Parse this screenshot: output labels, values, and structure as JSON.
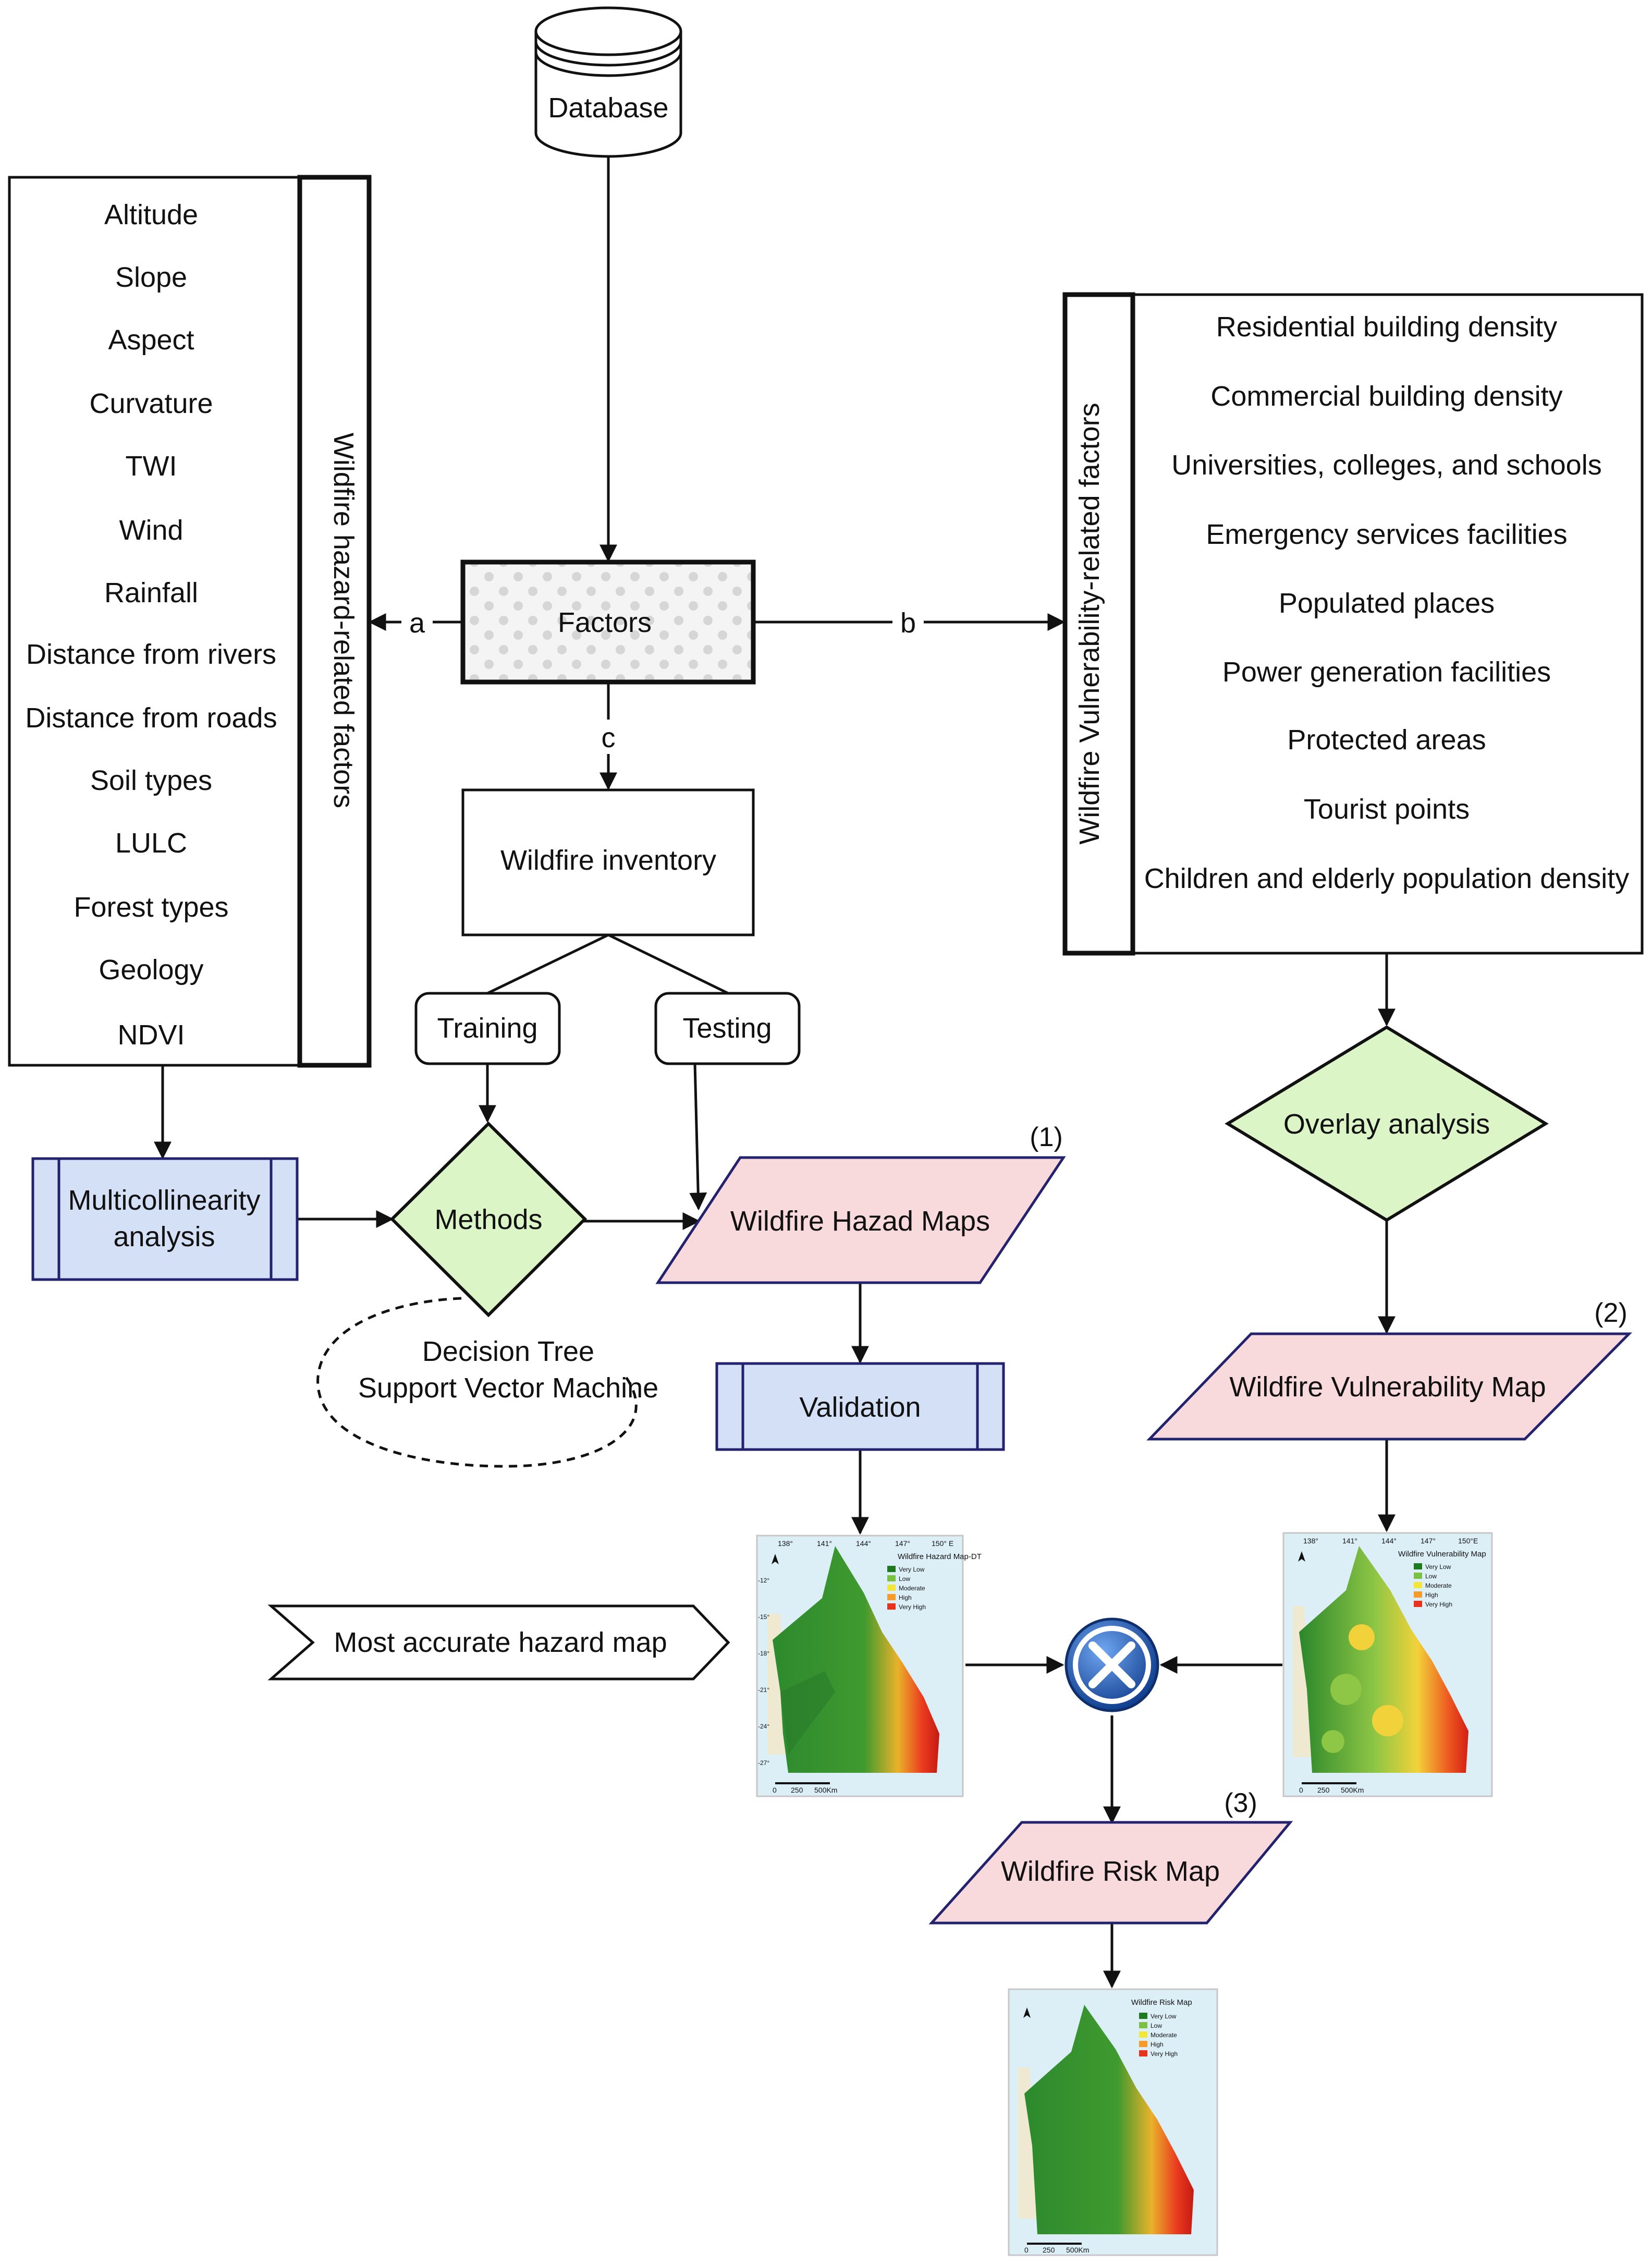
{
  "nodes": {
    "database": "Database",
    "factors": "Factors",
    "wildfire_inventory": "Wildfire inventory",
    "training": "Training",
    "testing": "Testing",
    "methods": "Methods",
    "multicollinearity": [
      "Multicollinearity",
      "analysis"
    ],
    "hazard_maps": "Wildfire Hazad Maps",
    "validation": "Validation",
    "overlay_analysis": "Overlay analysis",
    "vulnerability_map": "Wildfire Vulnerability Map",
    "risk_map": "Wildfire Risk Map",
    "most_accurate": "Most accurate hazard map",
    "methods_list": [
      "Decision Tree",
      "Support Vector Machine"
    ]
  },
  "markers": {
    "hazard": "(1)",
    "vulnerability": "(2)",
    "risk": "(3)"
  },
  "edge_labels": {
    "a": "a",
    "b": "b",
    "c": "c"
  },
  "hazard_factors": {
    "title": "Wildfire hazard-related factors",
    "items": [
      "Altitude",
      "Slope",
      "Aspect",
      "Curvature",
      "TWI",
      "Wind",
      "Rainfall",
      "Distance from rivers",
      "Distance from roads",
      "Soil types",
      "LULC",
      "Forest types",
      "Geology",
      "NDVI"
    ]
  },
  "vulnerability_factors": {
    "title": "Wildfire Vulnerability-related factors",
    "items": [
      "Residential building density",
      "Commercial building density",
      "Universities, colleges, and schools",
      "Emergency services facilities",
      "Populated places",
      "Power generation facilities",
      "Protected areas",
      "Tourist points",
      "Children and elderly population density"
    ]
  },
  "maps": {
    "hazard": {
      "title": "Wildfire Hazard Map-DT",
      "lon_ticks": [
        "138°",
        "141°",
        "144°",
        "147°",
        "150° E"
      ],
      "lat_ticks": [
        "-12°",
        "-15°",
        "-18°",
        "-21°",
        "-24°",
        "-27°"
      ],
      "legend": [
        "Very Low",
        "Low",
        "Moderate",
        "High",
        "Very High"
      ],
      "scale": [
        "0",
        "250",
        "500Km"
      ]
    },
    "vulnerability": {
      "title": "Wildfire Vulnerability Map",
      "lon_ticks": [
        "138°",
        "141°",
        "144°",
        "147°",
        "150°E"
      ],
      "legend": [
        "Very Low",
        "Low",
        "Moderate",
        "High",
        "Very High"
      ],
      "scale": [
        "0",
        "250",
        "500Km"
      ]
    },
    "risk": {
      "title": "Wildfire Risk Map",
      "legend": [
        "Very Low",
        "Low",
        "Moderate",
        "High",
        "Very High"
      ],
      "scale": [
        "0",
        "250",
        "500Km"
      ]
    },
    "legend_colors": [
      "#1f7a1f",
      "#7ac143",
      "#f2e63a",
      "#f59b2a",
      "#e8321e"
    ]
  },
  "colors": {
    "process_fill": "#d4e0f5",
    "parallelogram_fill": "#f8d9dc",
    "decision_fill": "#dcf5c7",
    "factors_fill": "#f2f2f2",
    "multiply_node": "#1f55b0"
  }
}
